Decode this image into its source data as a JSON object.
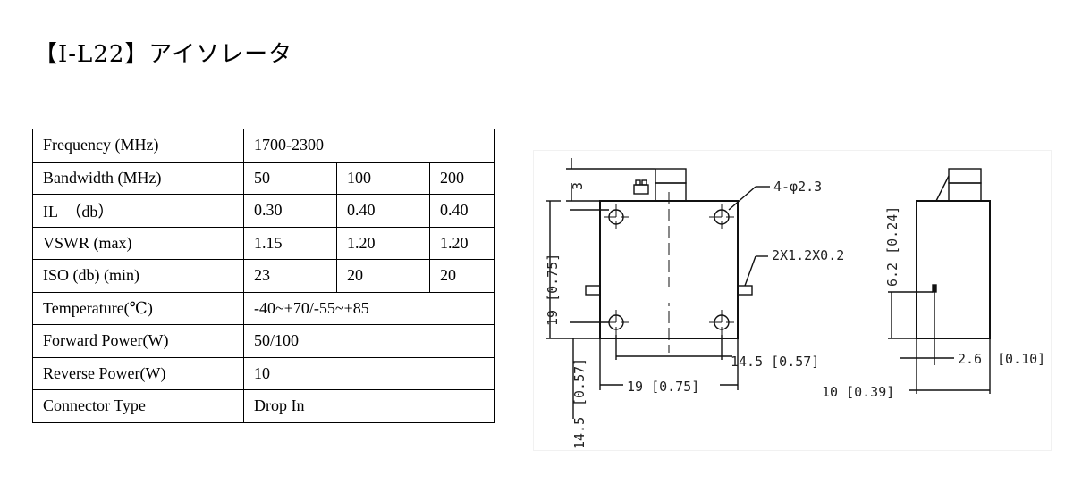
{
  "title": "【I-L22】アイソレータ",
  "table": {
    "rows": [
      {
        "label": "Frequency (MHz)",
        "values": [
          "1700-2300"
        ]
      },
      {
        "label": "Bandwidth (MHz)",
        "values": [
          "50",
          "100",
          "200"
        ]
      },
      {
        "label": "IL　（db）",
        "values": [
          "0.30",
          "0.40",
          "0.40"
        ]
      },
      {
        "label": "VSWR (max)",
        "values": [
          "1.15",
          "1.20",
          "1.20"
        ]
      },
      {
        "label": "ISO (db) (min)",
        "values": [
          "23",
          "20",
          "20"
        ]
      },
      {
        "label": "Temperature(℃)",
        "values": [
          "-40~+70/-55~+85"
        ]
      },
      {
        "label": "Forward Power(W)",
        "values": [
          "50/100"
        ]
      },
      {
        "label": "Reverse Power(W)",
        "values": [
          "10"
        ]
      },
      {
        "label": "Connector Type",
        "values": [
          "Drop In"
        ]
      }
    ]
  },
  "drawing": {
    "top_height": "3",
    "holes": "4-φ2.3",
    "tab": "2X1.2X0.2",
    "height": "19 [0.75]",
    "side_height": "6.2 [0.24]",
    "hole_spacing": "14.5 [0.57]",
    "width": "19 [0.75]",
    "tab_offset": "2.6",
    "tab_offset_inch": "[0.10]",
    "depth": "10 [0.39]",
    "vertical_spacing": "[0.57]",
    "vertical_spacing_mm": "14.5"
  }
}
